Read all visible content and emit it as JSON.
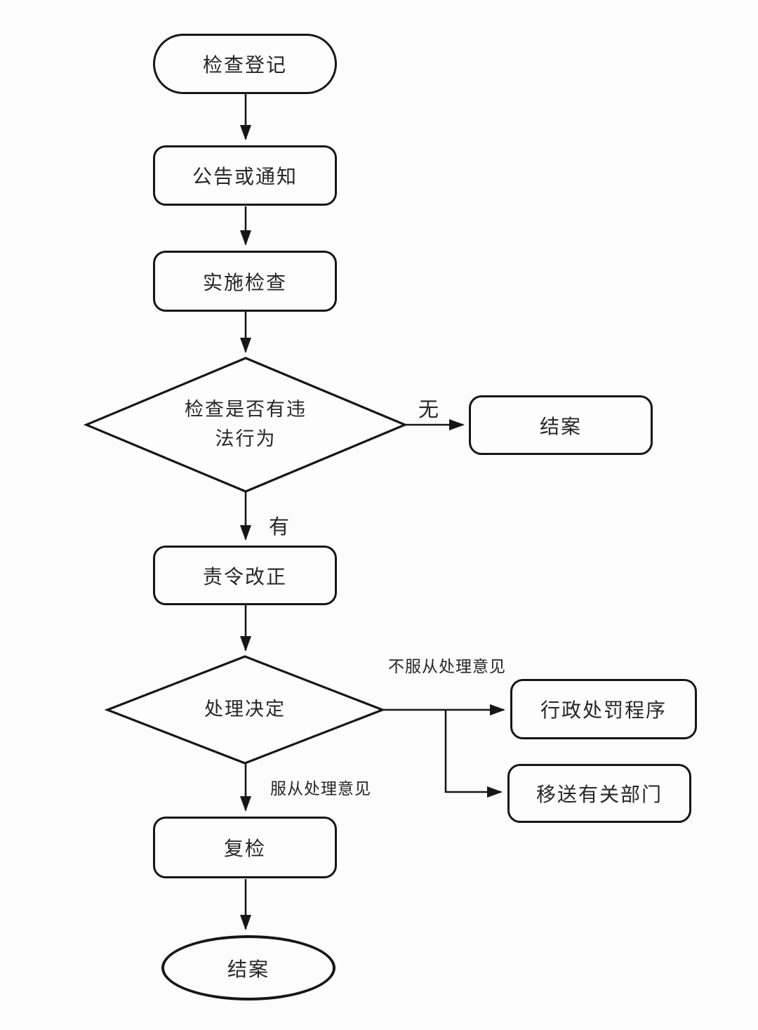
{
  "diagram": {
    "background": "#fcfcfc",
    "line_color": "#161616",
    "text_color": "#262626",
    "nodes": {
      "start": {
        "shape": "stadium",
        "label": "检查登记"
      },
      "notice": {
        "shape": "rounded-rect",
        "label": "公告或通知"
      },
      "inspect": {
        "shape": "rounded-rect",
        "label": "实施检查"
      },
      "violation_decision": {
        "shape": "diamond",
        "label": "检查是否有违\n法行为"
      },
      "close_case_no_violation": {
        "shape": "rounded-rect",
        "label": "结案"
      },
      "order_correction": {
        "shape": "rounded-rect",
        "label": "责令改正"
      },
      "handling_decision": {
        "shape": "diamond",
        "label": "处理决定"
      },
      "admin_penalty": {
        "shape": "rounded-rect",
        "label": "行政处罚程序"
      },
      "transfer_dept": {
        "shape": "rounded-rect",
        "label": "移送有关部门"
      },
      "recheck": {
        "shape": "rounded-rect",
        "label": "复检"
      },
      "close_case_end": {
        "shape": "ellipse",
        "label": "结案"
      }
    },
    "edge_labels": {
      "no_violation": "无",
      "has_violation": "有",
      "disobey": "不服从处理意见",
      "obey": "服从处理意见"
    }
  }
}
